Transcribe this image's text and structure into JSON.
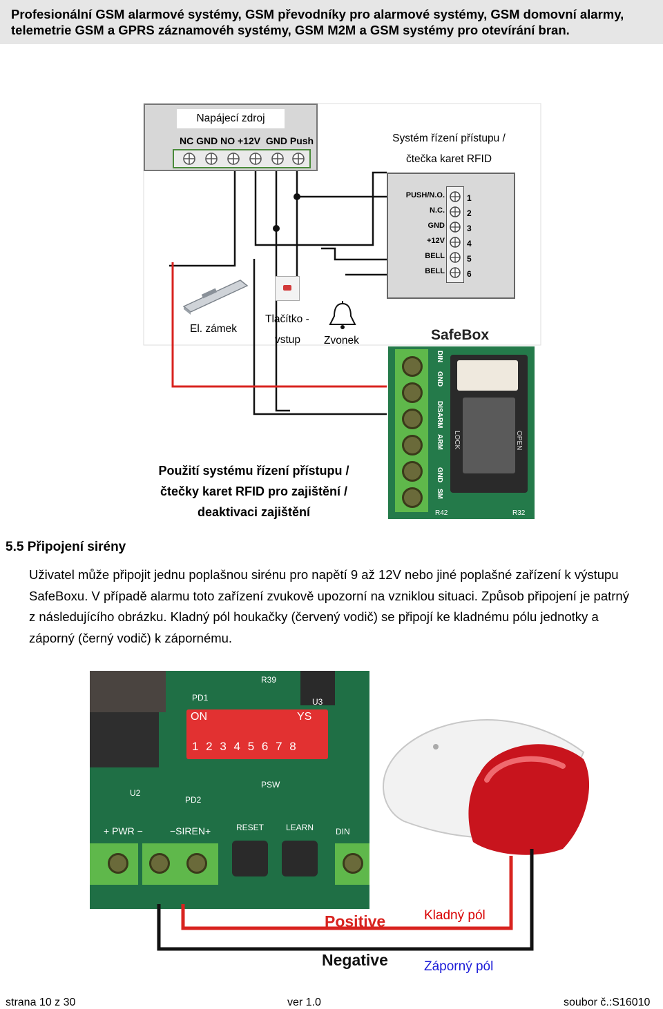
{
  "header": {
    "title_line1": "Profesionální GSM alarmové systémy, GSM převodníky pro alarmové systémy, GSM domovní alarmy,",
    "title_line2": "telemetrie GSM a GPRS záznamovéh systémy, GSM M2M a GSM systémy pro otevírání bran."
  },
  "diagram1": {
    "psu_label": "Napájecí zdroj",
    "psu_terminals": "NC GND NO +12V  GND Push",
    "access_label_line1": "Systém řízení přístupu /",
    "access_label_line2": "čtečka karet RFID",
    "access_terminals": [
      "PUSH/N.O.",
      "N.C.",
      "GND",
      "+12V",
      "BELL",
      "BELL"
    ],
    "access_numbers": [
      "1",
      "2",
      "3",
      "4",
      "5",
      "6"
    ],
    "lock_label": "El. zámek",
    "button_label_line1": "Tlačítko -",
    "button_label_line2": "vstup",
    "bell_label": "Zvonek",
    "board_brand": "SafeBox",
    "board_terminals": [
      "DIN",
      "GND",
      "DISARM",
      "ARM",
      "GND",
      "SM"
    ],
    "board_marks": [
      "LOCK",
      "OPEN",
      "R42",
      "R32"
    ],
    "caption_line1": "Použití systému řízení přístupu /",
    "caption_line2": "čtečky karet RFID pro zajištění /",
    "caption_line3": "deaktivaci zajištění"
  },
  "section": {
    "heading": "5.5 Připojení sirény",
    "paragraph": "Uživatel může připojit jednu poplašnou sirénu pro napětí 9 až 12V nebo jiné poplašné zařízení k výstupu SafeBoxu. V případě alarmu toto zařízení zvukově upozorní na vzniklou situaci. Způsob připojení je patrný z následujícího obrázku. Kladný pól houkačky (červený vodič) se připojí ke kladnému pólu jednotky a záporný (černý vodič) k zápornému."
  },
  "diagram2": {
    "pcb_labels": [
      "R39",
      "PD1",
      "U3",
      "U2",
      "PD2",
      "PSW",
      "RESET",
      "LEARN",
      "DIN"
    ],
    "dip_on": "ON",
    "dip_ys": "YS",
    "dip_numbers": "1 2 3 4 5 6 7 8",
    "pwr_label": "+ PWR −",
    "siren_label": "−SIREN+",
    "positive_label": "Positive",
    "negative_label": "Negative",
    "positive_cz": "Kladný pól",
    "negative_cz": "Záporný pól"
  },
  "footer": {
    "page": "strana 10 z 30",
    "version": "ver 1.0",
    "file": "soubor č.:S16010"
  },
  "colors": {
    "wire_red": "#d8231f",
    "wire_black": "#111111",
    "pcb_green": "#1f7a49",
    "terminal_green": "#5fb84b",
    "blue_text": "#1a1ad8",
    "red_text": "#d80000"
  }
}
